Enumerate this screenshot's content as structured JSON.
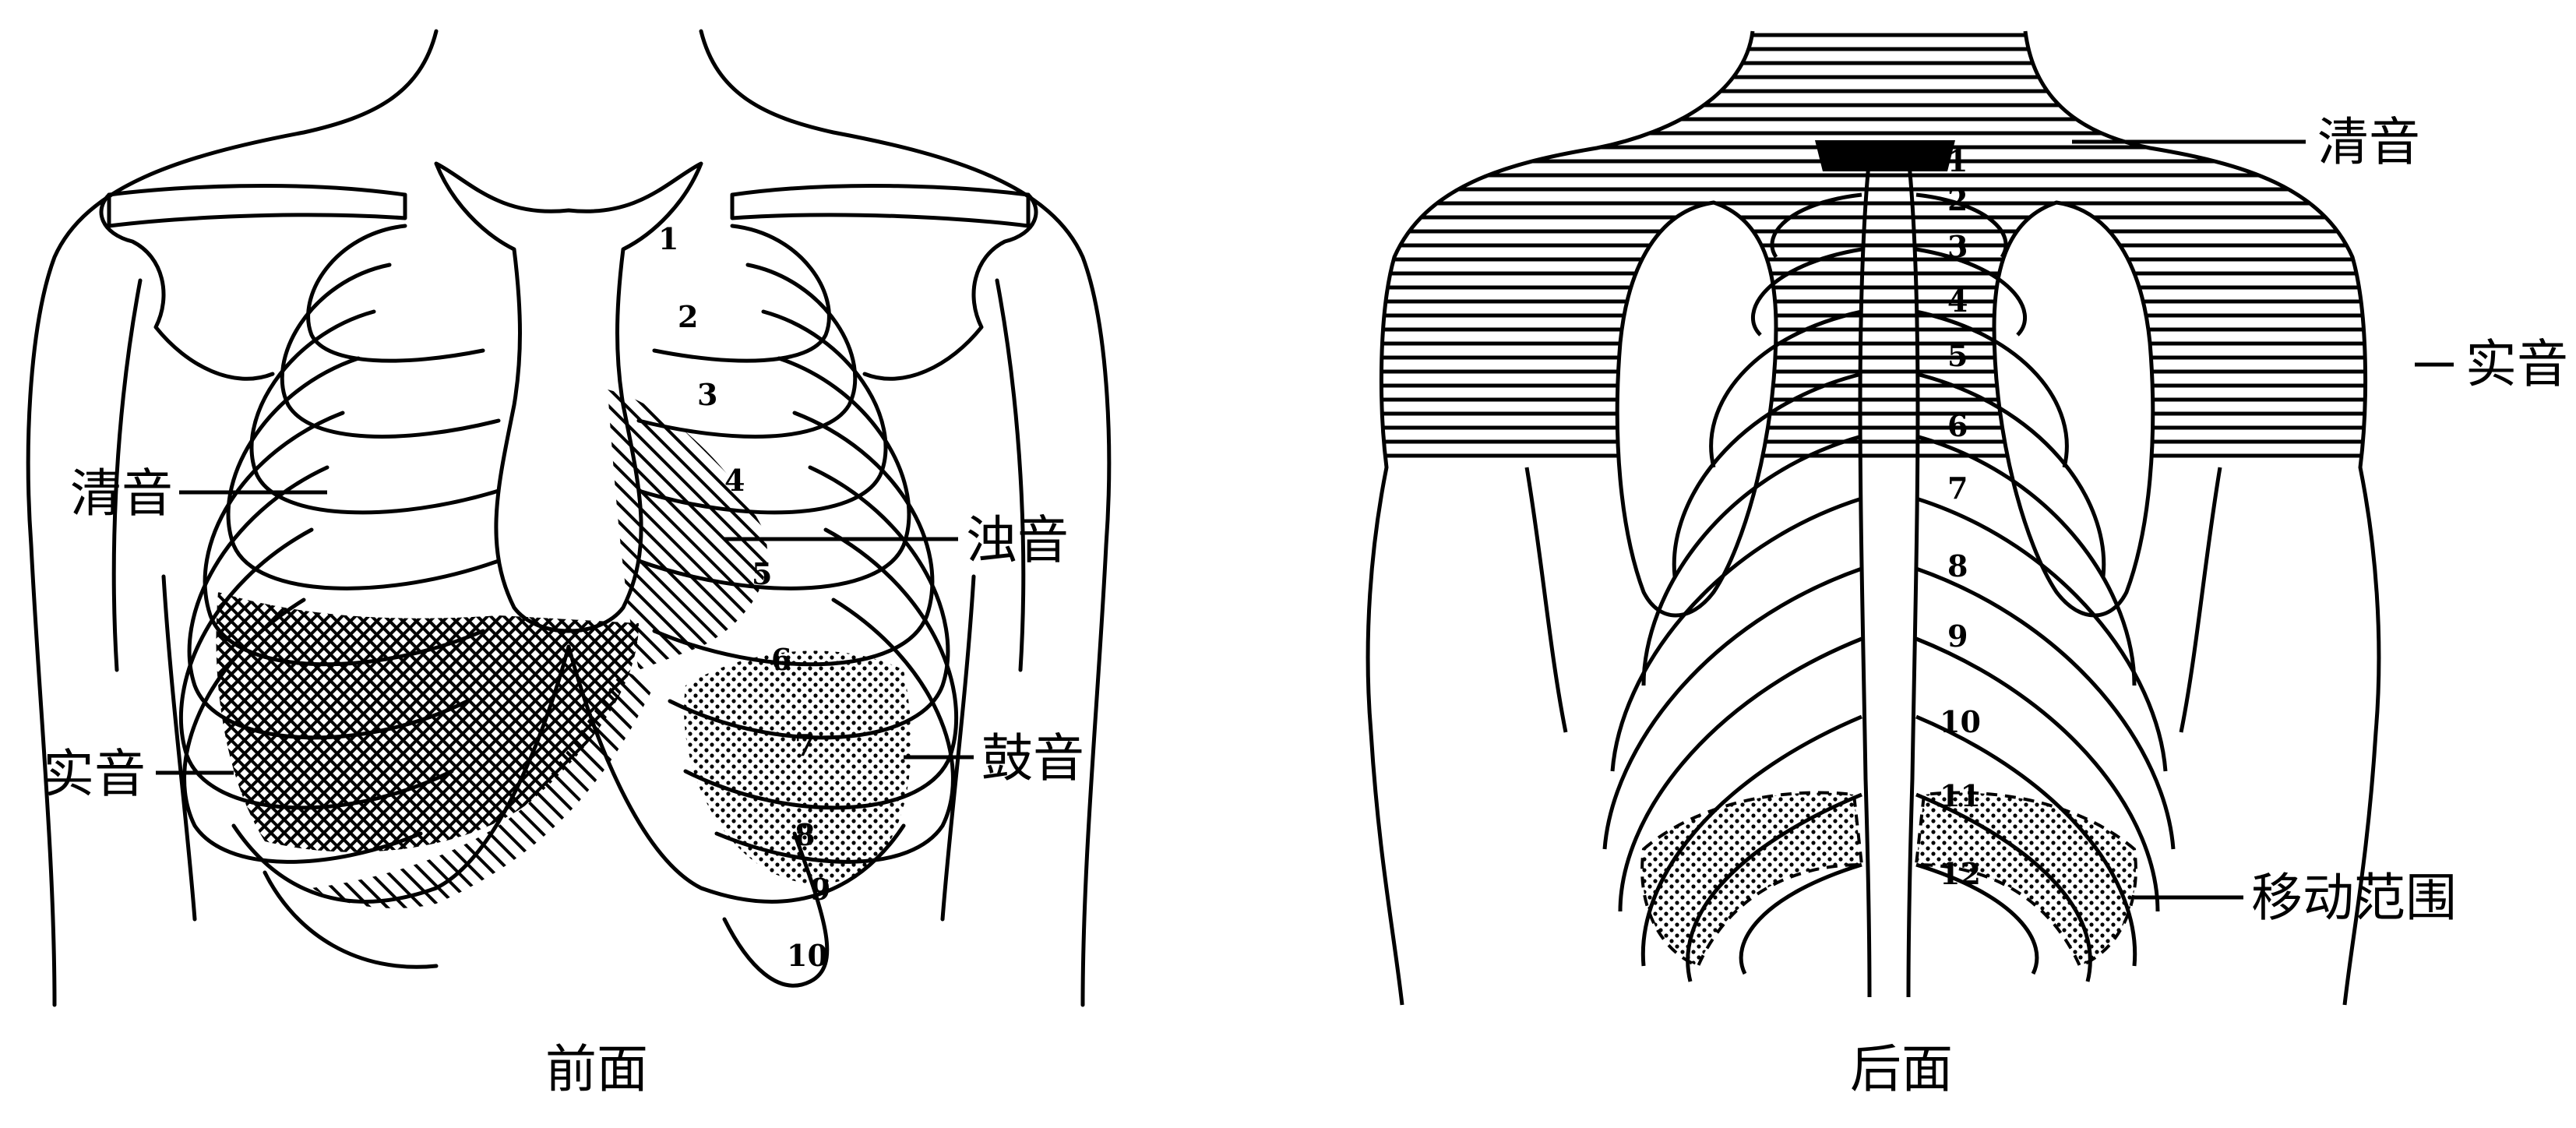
{
  "front": {
    "caption": "前面",
    "labels": {
      "resonant": "清音",
      "dull": "浊音",
      "flat": "实音",
      "tympanic": "鼓音"
    },
    "rib_numbers": [
      "1",
      "2",
      "3",
      "4",
      "5",
      "6",
      "7",
      "8",
      "9",
      "10"
    ]
  },
  "back": {
    "caption": "后面",
    "labels": {
      "resonant": "清音",
      "flat": "实音",
      "excursion": "移动范围"
    },
    "rib_numbers": [
      "1",
      "2",
      "3",
      "4",
      "5",
      "6",
      "7",
      "8",
      "9",
      "10",
      "11",
      "12"
    ]
  },
  "colors": {
    "ink": "#000000",
    "paper": "#ffffff"
  }
}
